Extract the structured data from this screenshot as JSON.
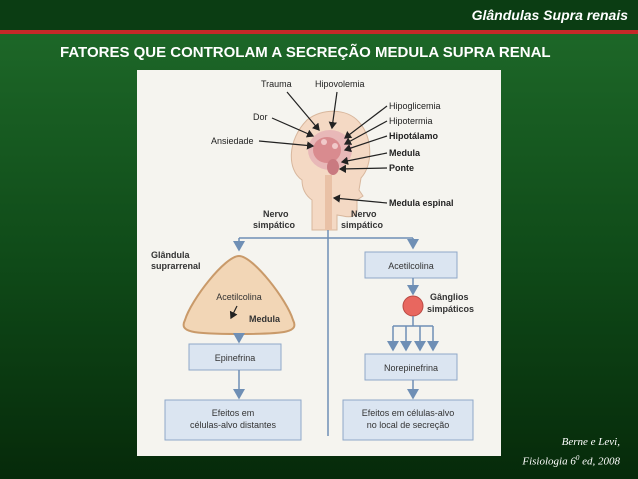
{
  "header": {
    "title": "Glândulas Supra renais"
  },
  "slide": {
    "title": "FATORES QUE CONTROLAM A SECREÇÃO  MEDULA SUPRA RENAL"
  },
  "diagram": {
    "brain_labels": {
      "trauma": "Trauma",
      "hipovolemia": "Hipovolemia",
      "dor": "Dor",
      "ansiedade": "Ansiedade",
      "hipoglicemia": "Hipoglicemia",
      "hipotermia": "Hipotermia",
      "hipotalamo": "Hipotálamo",
      "medula": "Medula",
      "ponte": "Ponte",
      "medula_espinal": "Medula espinal"
    },
    "nerve_left": [
      "Nervo",
      "simpático"
    ],
    "nerve_right": [
      "Nervo",
      "simpático"
    ],
    "gland_label": [
      "Glândula",
      "suprarrenal"
    ],
    "gland_inner_top": "Acetilcolina",
    "gland_inner_bottom": "Medula",
    "left_box_1": "Epinefrina",
    "left_box_2": [
      "Efeitos em",
      "células-alvo distantes"
    ],
    "right_box_1": "Acetilcolina",
    "ganglia_label": [
      "Gânglios",
      "simpáticos"
    ],
    "right_box_2": "Norepinefrina",
    "right_box_3": [
      "Efeitos em células-alvo",
      "no local de secreção"
    ]
  },
  "citation": {
    "line1": "Berne e Levi,",
    "line2_pre": "Fisiologia 6",
    "line2_sup": "0",
    "line2_post": " ed, 2008"
  },
  "colors": {
    "header_bar": "#0b3d13",
    "accent_line": "#c62828",
    "box_fill": "#dbe5f1",
    "arrow": "#6f8fb5",
    "gland_fill": "#f2d6b6",
    "ganglion": "#e8675f"
  }
}
